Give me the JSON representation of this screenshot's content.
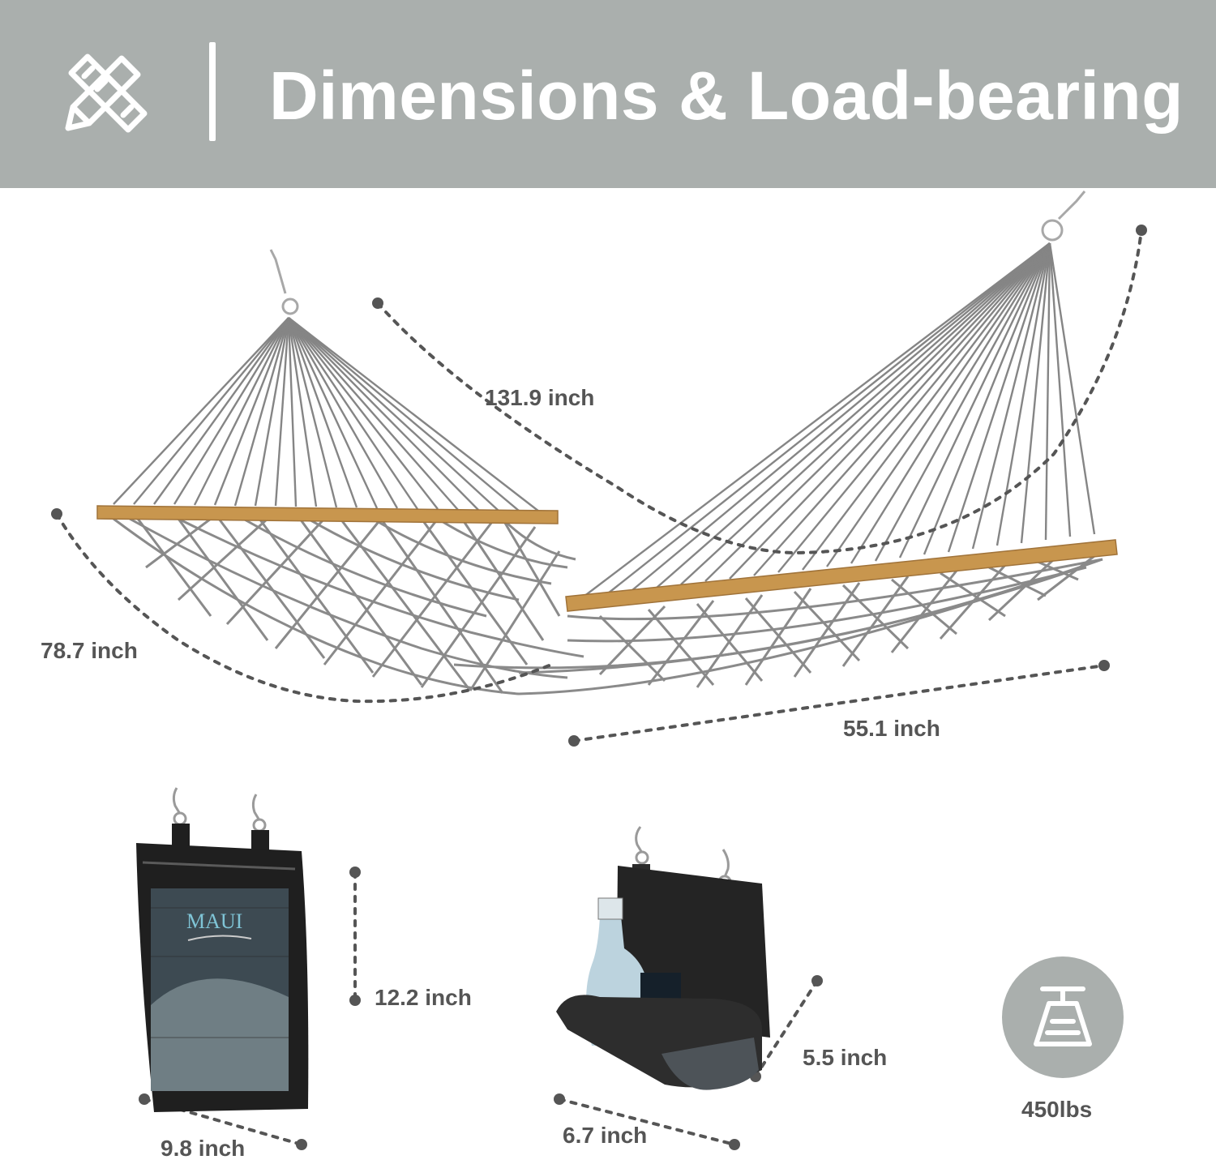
{
  "header": {
    "title": "Dimensions & Load-bearing",
    "icon": "pencil-ruler-icon",
    "background": "#aaafad"
  },
  "hammock": {
    "length_label": "131.9 inch",
    "bed_width_label": "78.7 inch",
    "spreader_label": "55.1 inch"
  },
  "book_pouch": {
    "height_label": "12.2 inch",
    "width_label": "9.8 inch",
    "cover_title": "MAUI"
  },
  "drink_holder": {
    "height_label": "5.5 inch",
    "width_label": "6.7 inch"
  },
  "capacity": {
    "icon": "weight-icon",
    "label": "450lbs"
  },
  "colors": {
    "header_bg": "#aaafad",
    "text": "#555555",
    "dots": "#555555",
    "rope": "#858585",
    "wood": "#c8964e",
    "pouch": "#1f1f1f"
  }
}
